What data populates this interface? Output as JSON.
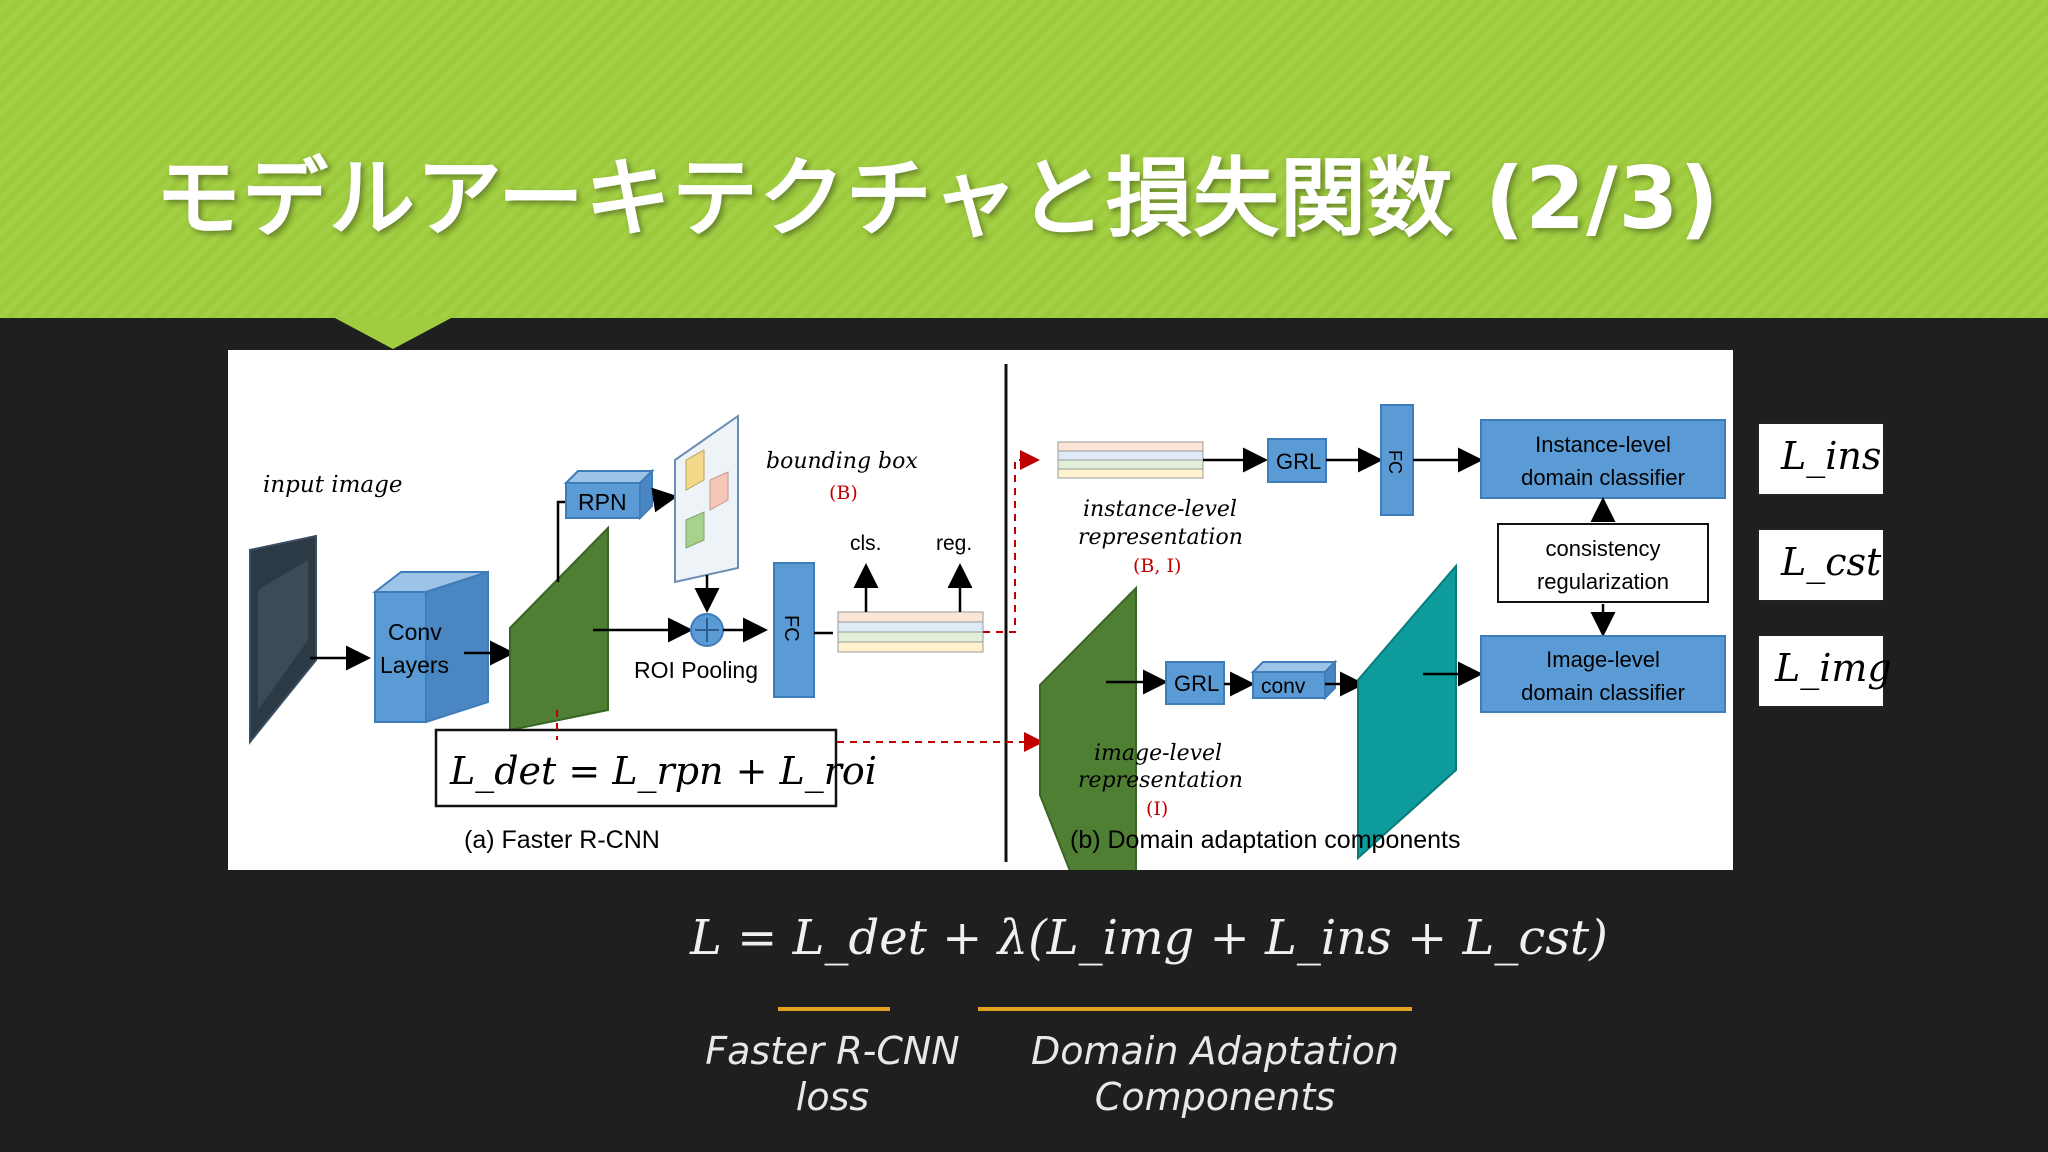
{
  "slide": {
    "title": "モデルアーキテクチャと損失関数 (2/3)"
  },
  "diagram": {
    "input_image_label": "input image",
    "conv_label_1": "Conv",
    "conv_label_2": "Layers",
    "rpn_label": "RPN",
    "bbox_label": "bounding box",
    "bbox_tag": "(B)",
    "roi_label": "ROI Pooling",
    "fc_label": "FC",
    "cls_label": "cls.",
    "reg_label": "reg.",
    "loss_det": "L_det = L_rpn + L_roi",
    "caption_a": "(a) Faster R-CNN",
    "caption_b": "(b) Domain adaptation components",
    "grl_label": "GRL",
    "fc2_label": "FC",
    "conv2_label": "conv",
    "inst_rep_1": "instance-level",
    "inst_rep_2": "representation",
    "inst_rep_tag": "(B, I)",
    "img_rep_1": "image-level",
    "img_rep_2": "representation",
    "img_rep_tag": "(I)",
    "inst_cls_1": "Instance-level",
    "inst_cls_2": "domain classifier",
    "img_cls_1": "Image-level",
    "img_cls_2": "domain classifier",
    "consist_1": "consistency",
    "consist_2": "regularization"
  },
  "side_losses": [
    "L_ins",
    "L_cst",
    "L_img"
  ],
  "formula": "L = L_det + λ(L_img + L_ins + L_cst)",
  "captions": {
    "faster_1": "Faster R-CNN",
    "faster_2": "loss",
    "domain_1": "Domain Adaptation",
    "domain_2": "Components"
  },
  "colors": {
    "header_green": "#a0cd40",
    "box_blue": "#5b9bd5",
    "feature_green": "#4f7f33",
    "feature_teal": "#0d9b9b",
    "accent_orange": "#e3a021",
    "dashed_red": "#c00000"
  }
}
